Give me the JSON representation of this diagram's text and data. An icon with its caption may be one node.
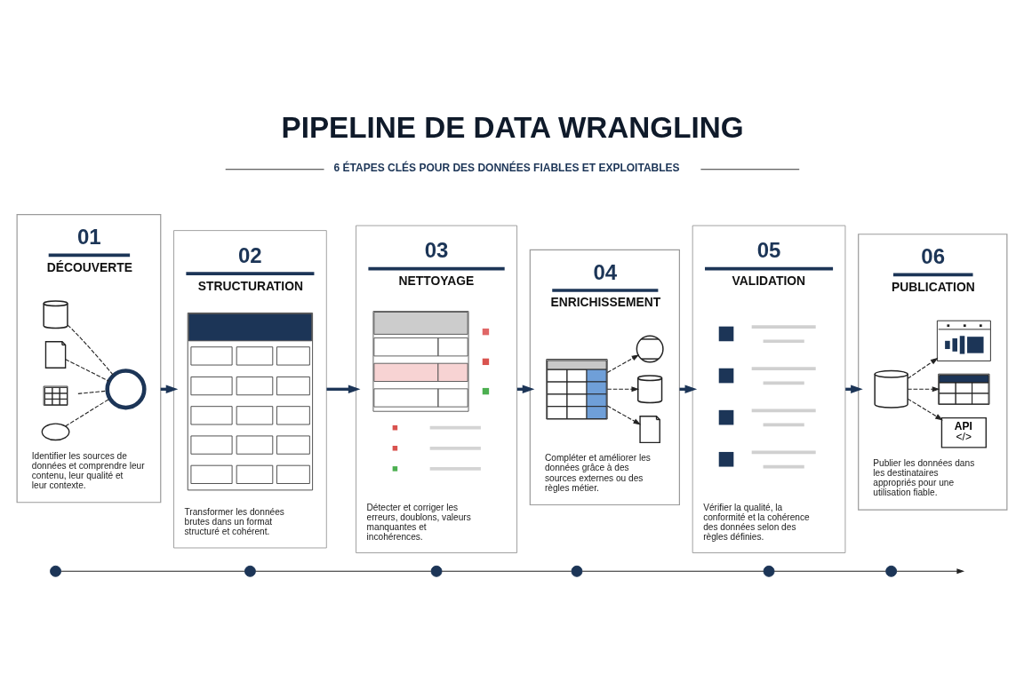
{
  "diagram": {
    "title": "PIPELINE DE DATA WRANGLING",
    "caption": "6 ÉTAPES CLÉS POUR DES DONNÉES FIABLES ET EXPLOITABLES",
    "nodes": [
      {
        "text": [
          "01",
          "DÉCOUVERTE",
          "Identifier les sources de données et comprendre leur contenu, leur qualité et leur contexte."
        ]
      },
      {
        "text": [],
        "shape": "cylinder",
        "in": 0
      },
      {
        "text": [],
        "shape": "document",
        "in": 0
      },
      {
        "text": [],
        "shape": "table",
        "in": 0
      },
      {
        "text": [],
        "shape": "cloud",
        "in": 0
      },
      {
        "text": [],
        "shape": "magnifier",
        "in": 0
      },
      {
        "text": [
          "02",
          "STRUCTURATION",
          "Transformer les données brutes dans un format structuré et cohérent."
        ]
      },
      {
        "text": [
          "03",
          "NETTOYAGE",
          "Détecter et corriger les erreurs, doublons, valeurs manquantes et incohérences."
        ]
      },
      {
        "text": [
          "04",
          "ENRICHISSEMENT",
          "Compléter et améliorer les données grâce à des sources externes ou des règles métier."
        ]
      },
      {
        "text": [],
        "shape": "table",
        "in": 8
      },
      {
        "text": [],
        "shape": "globe",
        "in": 8
      },
      {
        "text": [],
        "shape": "cylinder",
        "in": 8
      },
      {
        "text": [],
        "shape": "document",
        "in": 8
      },
      {
        "text": [
          "05",
          "VALIDATION",
          "Vérifier la qualité, la conformité et la cohérence des données selon des règles définies."
        ]
      },
      {
        "text": [
          "06",
          "PUBLICATION",
          "Publier les données dans les destinataires appropriés pour une utilisation fiable."
        ]
      },
      {
        "text": [],
        "shape": "cylinder",
        "in": 14
      },
      {
        "text": [],
        "shape": "chart",
        "in": 14
      },
      {
        "text": [],
        "shape": "table",
        "in": 14
      },
      {
        "text": [
          "API",
          "</>"
        ],
        "in": 14
      },
      {
        "text": [],
        "shape": "circle"
      },
      {
        "text": [],
        "shape": "circle"
      },
      {
        "text": [],
        "shape": "circle"
      },
      {
        "text": [],
        "shape": "circle"
      },
      {
        "text": [],
        "shape": "circle"
      },
      {
        "text": [],
        "shape": "circle"
      }
    ],
    "edges": [
      {
        "from": 1,
        "to": 5,
        "arrow": "none",
        "style": "dashed"
      },
      {
        "from": 2,
        "to": 5,
        "arrow": "none",
        "style": "dashed"
      },
      {
        "from": 3,
        "to": 5,
        "arrow": "none",
        "style": "dashed"
      },
      {
        "from": 4,
        "to": 5,
        "arrow": "none",
        "style": "dashed"
      },
      {
        "from": 0,
        "to": 6,
        "arrow": "to",
        "style": "thick",
        "color": "#1c3557"
      },
      {
        "from": 6,
        "to": 7,
        "arrow": "to",
        "style": "thick",
        "color": "#1c3557"
      },
      {
        "from": 7,
        "to": 8,
        "arrow": "to",
        "style": "thick",
        "color": "#1c3557"
      },
      {
        "from": 9,
        "to": 10,
        "arrow": "to",
        "style": "dashed"
      },
      {
        "from": 9,
        "to": 11,
        "arrow": "to",
        "style": "dashed"
      },
      {
        "from": 9,
        "to": 12,
        "arrow": "to",
        "style": "dashed"
      },
      {
        "from": 8,
        "to": 13,
        "arrow": "to",
        "style": "thick",
        "color": "#1c3557"
      },
      {
        "from": 13,
        "to": 14,
        "arrow": "to",
        "style": "thick",
        "color": "#1c3557"
      },
      {
        "from": 15,
        "to": 16,
        "arrow": "to",
        "style": "dashed"
      },
      {
        "from": 15,
        "to": 17,
        "arrow": "to",
        "style": "dashed"
      },
      {
        "from": 15,
        "to": 18,
        "arrow": "to",
        "style": "dashed"
      },
      {
        "from": 19,
        "to": 20,
        "arrow": "none"
      },
      {
        "from": 20,
        "to": 21,
        "arrow": "none"
      },
      {
        "from": 21,
        "to": 22,
        "arrow": "none"
      },
      {
        "from": 22,
        "to": 23,
        "arrow": "none"
      },
      {
        "from": 23,
        "to": 24,
        "arrow": "none"
      },
      {
        "from": 24,
        "to": null,
        "arrow": "to"
      }
    ]
  }
}
